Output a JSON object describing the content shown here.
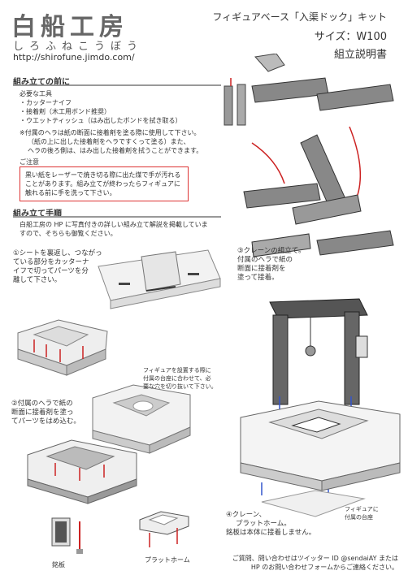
{
  "header": {
    "logo": "白船工房",
    "logo_kana": "しろふねこうぼう",
    "url": "http://shirofune.jimdo.com/",
    "title": "フィギュアベース「入渠ドック」キット",
    "size": "サイズ：W100",
    "doc_type": "組立説明書"
  },
  "before": {
    "heading": "組み立ての前に",
    "tools_heading": "必要な工具",
    "tools": [
      "・カッターナイフ",
      "・接着剤（木工用ボンド推奨）",
      "・ウエットティッシュ（はみ出したボンドを拭き取る）"
    ],
    "notes": [
      "※付属のヘラは紙の断面に接着剤を塗る際に使用して下さい。",
      "（紙の上に出した接着剤をヘラですくって塗る）また、",
      "ヘラの後ろ側は、はみ出した接着剤を拭うことができます。"
    ],
    "caution_heading": "ご注意",
    "caution_lines": [
      "黒い紙をレーザーで焼き切る際に出た煤で手が汚れる",
      "ことがあります。組み立てが終わったらフィギュアに",
      "触れる前に手を洗って下さい。"
    ]
  },
  "procedure": {
    "heading": "組み立て手順",
    "intro": [
      "白船工房の HP に写真付きの詳しい組み立て解説を掲載していま",
      "すので、そちらも御覧ください。"
    ],
    "step1": [
      "①シートを裏返し、つながっ",
      "ている部分をカッターナ",
      "イフで切ってパーツを分",
      "離して下さい。"
    ],
    "step2": [
      "②付属のヘラで紙の",
      "断面に接着剤を塗っ",
      "てパーツをは",
      "め込む。"
    ],
    "step2_note": [
      "フィギュアを設置する際に",
      "付属の台座に合わせて、必",
      "要な穴を切り抜いて下さい。"
    ],
    "step3": [
      "③クレーンの組立て。",
      "付属のヘラで紙の",
      "断面に接着剤を",
      "塗って接着。"
    ],
    "step4": [
      "④クレーン、",
      "プラットホーム。",
      "銘板は本体に接着しません。"
    ],
    "figure_note": [
      "フィギュアに",
      "付属の台座"
    ],
    "nameplate_label": "銘板",
    "platform_label": "プラットホーム",
    "footer": [
      "ご質問、問い合わせはツイッター ID @sendaiAY または",
      "HP のお問い合わせフォームからご連絡ください。"
    ]
  },
  "colors": {
    "caution_border": "#dd3333",
    "arrow_red": "#cc2222",
    "arrow_blue": "#3355cc",
    "part_gray": "#777777"
  }
}
